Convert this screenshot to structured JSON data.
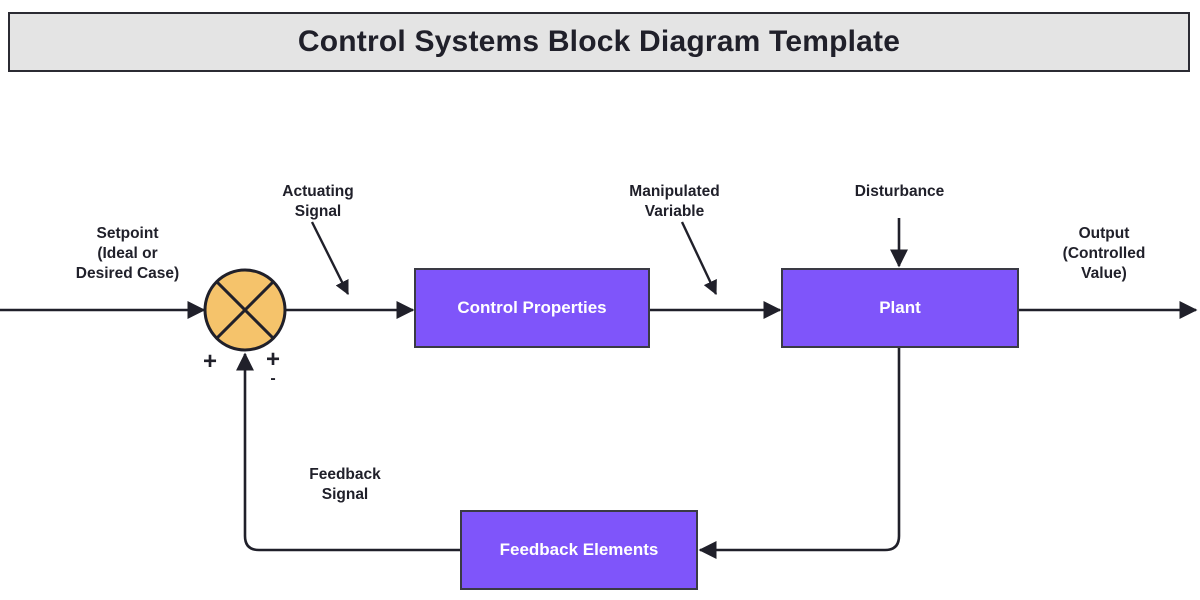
{
  "header": {
    "title": "Control Systems Block Diagram Template",
    "background_color": "#E4E4E4",
    "border_color": "#2B2B33"
  },
  "theme": {
    "block_fill": "#7F55FA",
    "block_text": "#FFFFFF",
    "block_border": "#3A3A44",
    "junction_fill": "#F5C36B",
    "line_color": "#20202A",
    "page_background": "#FFFFFF"
  },
  "diagram": {
    "type": "control-system-block-diagram",
    "blocks": [
      {
        "id": "control-properties",
        "label": "Control Properties"
      },
      {
        "id": "plant",
        "label": "Plant"
      },
      {
        "id": "feedback-elements",
        "label": "Feedback Elements"
      }
    ],
    "junction": {
      "id": "summing-junction",
      "shape": "circle-with-cross",
      "signs": {
        "left": "+",
        "right_top": "+",
        "right_bottom": "-"
      }
    },
    "labels": {
      "setpoint": "Setpoint\n(Ideal or\nDesired Case)",
      "actuating_signal": "Actuating\nSignal",
      "manipulated_variable": "Manipulated\nVariable",
      "disturbance": "Disturbance",
      "output": "Output\n(Controlled\nValue)",
      "feedback_signal": "Feedback\nSignal"
    },
    "signals": [
      {
        "from": "setpoint-input",
        "to": "summing-junction",
        "arrow": true
      },
      {
        "from": "summing-junction",
        "to": "control-properties",
        "arrow": true
      },
      {
        "from": "control-properties",
        "to": "plant",
        "arrow": true
      },
      {
        "from": "disturbance-input",
        "to": "plant",
        "arrow": true
      },
      {
        "from": "plant",
        "to": "output",
        "arrow": true
      },
      {
        "from": "plant",
        "to": "feedback-elements",
        "arrow": true
      },
      {
        "from": "feedback-elements",
        "to": "summing-junction",
        "arrow": true
      }
    ]
  }
}
